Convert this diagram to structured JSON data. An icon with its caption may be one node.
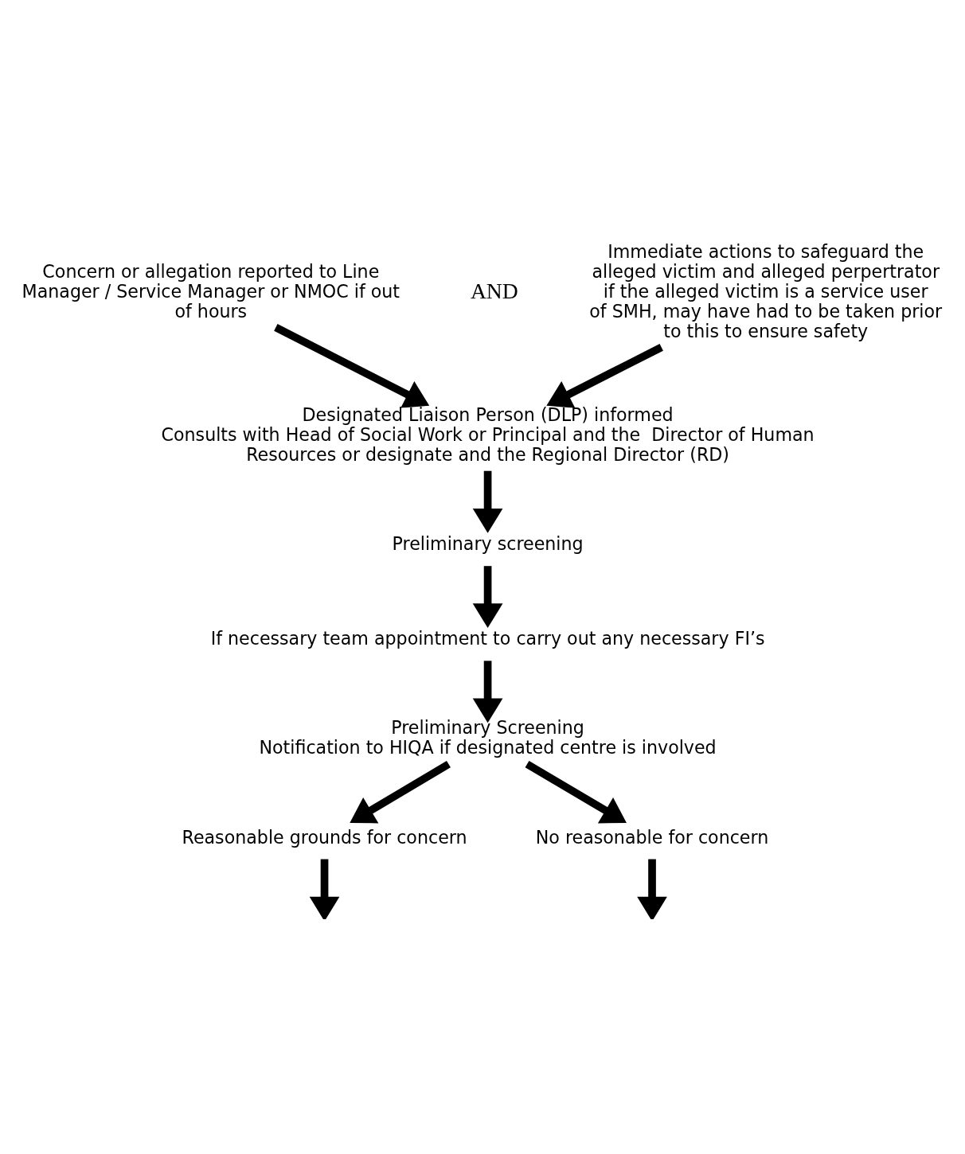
{
  "diagram": {
    "nodes": [
      {
        "text": [
          "Concern or allegation reported to Line Manager / Service Manager or NMOC if out of hours"
        ]
      },
      {
        "text": [
          "Immediate actions to safeguard the alleged victim and alleged perpertrator if the alleged victim is a service user of SMH, may have had to be taken prior to this to ensure safety"
        ]
      },
      {
        "text": [
          "Designated Liaison Person (DLP) informed",
          "Consults with Head of Social Work or Principal and the  Director of Human Resources or designate and the Regional Director (RD)"
        ]
      },
      {
        "text": [
          "Preliminary screening"
        ]
      },
      {
        "text": [
          "If necessary team appointment to carry out any necessary FI’s"
        ]
      },
      {
        "text": [
          "Preliminary Screening",
          "Notification to HIQA if designated centre is involved"
        ]
      },
      {
        "text": [
          "Reasonable grounds for concern"
        ]
      },
      {
        "text": [
          "No reasonable for concern"
        ]
      }
    ],
    "edges": [
      {
        "from": 0,
        "to": 2,
        "arrow": "to"
      },
      {
        "from": 1,
        "to": 2,
        "arrow": "to"
      },
      {
        "from": 2,
        "to": 3,
        "arrow": "to"
      },
      {
        "from": 3,
        "to": 4,
        "arrow": "to"
      },
      {
        "from": 4,
        "to": 5,
        "arrow": "to"
      },
      {
        "from": 5,
        "to": 6,
        "arrow": "to"
      },
      {
        "from": 5,
        "to": 7,
        "arrow": "to"
      },
      {
        "from": 6,
        "to": null,
        "arrow": "to"
      },
      {
        "from": 7,
        "to": null,
        "arrow": "to"
      }
    ],
    "labels": [
      "AND"
    ]
  }
}
